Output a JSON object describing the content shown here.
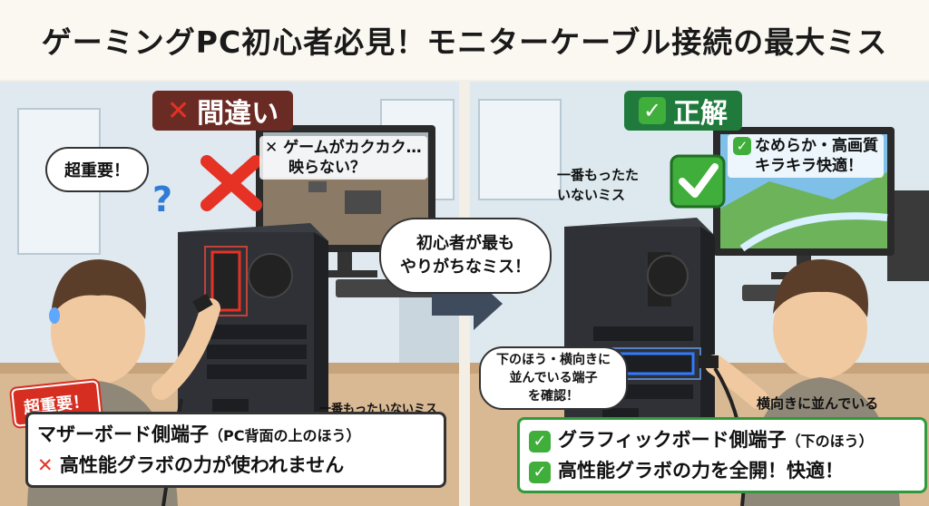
{
  "title": "ゲーミングPC初心者必見！モニターケーブル接続の最大ミス",
  "left": {
    "badge_mark": "✕",
    "badge_label": "間違い",
    "bubble_important": "超重要！",
    "question_mark": "?",
    "screen_caption_line1": "✕ ゲームがカクカク…",
    "screen_caption_line2": "映らない？",
    "note_waste": "一番もったいないミス",
    "starburst": "超重要！",
    "box_line1": "マザーボード側端子",
    "box_line1_paren": "（PC背面の上のほう）",
    "box_line2_mark": "✕",
    "box_line2": "高性能グラボの力が使われません"
  },
  "center_bubble_line1": "初心者が最も",
  "center_bubble_line2": "やりがちなミス！",
  "right": {
    "badge_mark": "✓",
    "badge_label": "正解",
    "screen_caption_line1": "なめらか・高画質",
    "screen_caption_line2": "キラキラ快適！",
    "note_waste_line1": "一番もったた",
    "note_waste_line2": "いないミス",
    "bubble_check_line1": "下のほう・横向きに",
    "bubble_check_line2": "並んでいる端子",
    "bubble_check_line3": "を確認！",
    "note_horizontal": "横向きに並んでいる",
    "box_line1_mark": "✓",
    "box_line1": "グラフィックボード側端子",
    "box_line1_paren": "（下のほう）",
    "box_line2_mark": "✓",
    "box_line2": "高性能グラボの力を全開！快適！"
  },
  "colors": {
    "wrong_badge": "#6b2b25",
    "right_badge": "#1f7a3c",
    "red_glow": "#e53225",
    "blue_glow": "#2f7bff",
    "check_green": "#3fae3a"
  }
}
